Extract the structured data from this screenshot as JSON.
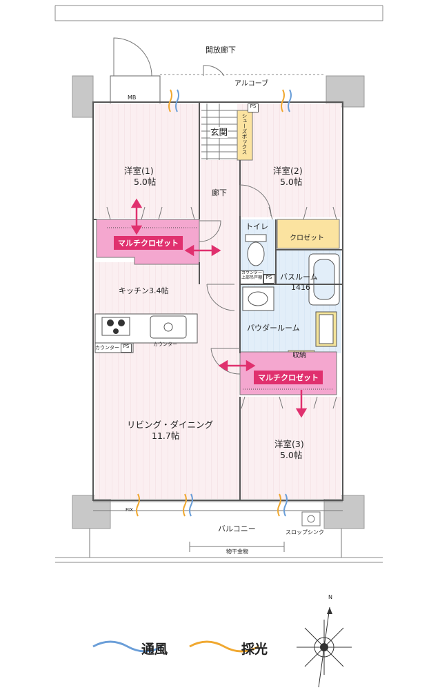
{
  "corridor": {
    "label": "開放廊下",
    "alcove": "アルコーブ",
    "mb": "MB"
  },
  "rooms": {
    "bed1": {
      "name": "洋室(1)",
      "size": "5.0帖"
    },
    "bed2": {
      "name": "洋室(2)",
      "size": "5.0帖"
    },
    "bed3": {
      "name": "洋室(3)",
      "size": "5.0帖"
    },
    "entrance": "玄関",
    "shoes": "シューズボックス",
    "hall": "廊下",
    "toilet": "トイレ",
    "closet": "クロゼット",
    "bath": {
      "name": "バスルーム",
      "size": "1416"
    },
    "powder": "パウダールーム",
    "storage": "収納",
    "kitchen": "キッチン3.4帖",
    "living": {
      "name": "リビング・ダイニング",
      "size": "11.7帖"
    },
    "multi_closet": "マルチクロゼット",
    "counter": "カウンター",
    "counter_shelf": "カウンター上部吊戸棚",
    "ps": "PS"
  },
  "balcony": {
    "label": "バルコニー",
    "dryer": "物干金物",
    "sink": "スロップシンク",
    "fix": "FIX"
  },
  "legend": {
    "wind": "通風",
    "light": "採光",
    "north": "N"
  },
  "colors": {
    "room": "#fbeff1",
    "wet": "#e2eef9",
    "closet": "#f4a7cf",
    "storage": "#fbe3a0",
    "accent": "#e0306e",
    "wind": "#6a9ed8",
    "light": "#f0a830",
    "wall": "#bdbdbd"
  }
}
